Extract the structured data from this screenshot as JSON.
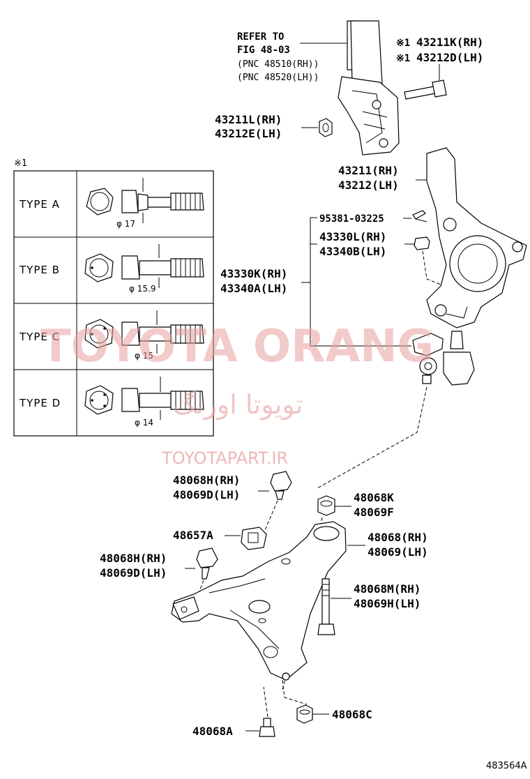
{
  "labels": {
    "refer_to": "REFER TO",
    "fig": "FIG 48-03",
    "pnc_rh": "(PNC 48510(RH))",
    "pnc_lh": "(PNC 48520(LH))",
    "bolt_note_rh_mark": "※1",
    "bolt_rh": "43211K(RH)",
    "bolt_note_lh_mark": "※1",
    "bolt_lh": "43212D(LH)",
    "nut_rh": "43211L(RH)",
    "nut_lh": "43212E(LH)",
    "knuckle_rh": "43211(RH)",
    "knuckle_lh": "43212(LH)",
    "pin": "95381-03225",
    "castle_nut_rh": "43330L(RH)",
    "castle_nut_lh": "43340B(LH)",
    "ball_joint_rh": "43330K(RH)",
    "ball_joint_lh": "43340A(LH)",
    "bolt_48068h_rh_1": "48068H(RH)",
    "bolt_48069d_lh_1": "48069D(LH)",
    "nut_48068k": "48068K",
    "nut_48069f": "48069F",
    "bracket_48657a": "48657A",
    "arm_rh": "48068(RH)",
    "arm_lh": "48069(LH)",
    "bolt_48068h_rh_2": "48068H(RH)",
    "bolt_48069d_lh_2": "48069D(LH)",
    "bolt_48068m_rh": "48068M(RH)",
    "bolt_48069h_lh": "48069H(LH)",
    "nut_48068c": "48068C",
    "bolt_48068a": "48068A",
    "figure_id": "483564A"
  },
  "type_table": {
    "note_mark": "※1",
    "rows": [
      {
        "label": "TYPE A",
        "diameter": "φ 17"
      },
      {
        "label": "TYPE B",
        "diameter": "φ 15.9"
      },
      {
        "label": "TYPE C",
        "diameter": "φ 15"
      },
      {
        "label": "TYPE D",
        "diameter": "φ 14"
      }
    ]
  },
  "watermark": {
    "brand": "TOYOTA ORANG",
    "persian": "تویوتا اورنگ",
    "url": "TOYOTAPART.IR"
  }
}
